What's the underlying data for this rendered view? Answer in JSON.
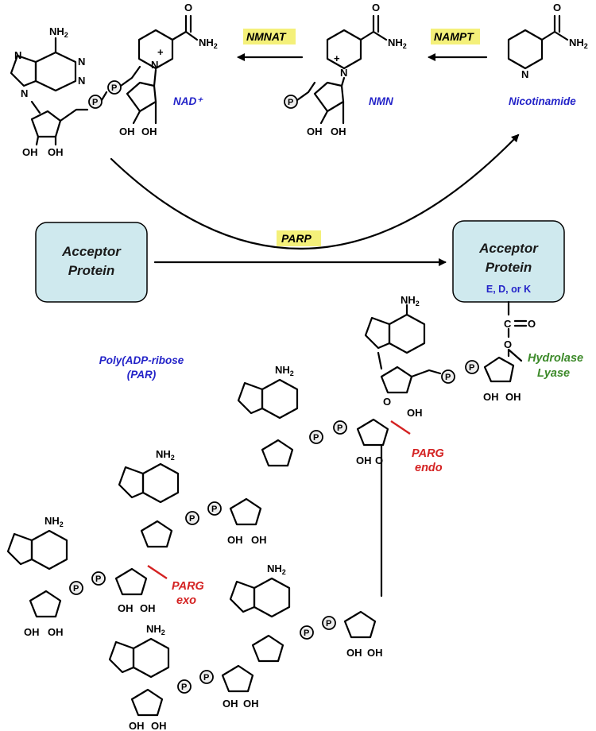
{
  "enzymes": {
    "nmnat": "NMNAT",
    "nampt": "NAMPT",
    "parp": "PARP",
    "highlight_color": "#f4f07a"
  },
  "molecules": {
    "nad": "NAD⁺",
    "nmn": "NMN",
    "nicotinamide": "Nicotinamide"
  },
  "proteins": {
    "acceptor_left_line1": "Acceptor",
    "acceptor_left_line2": "Protein",
    "acceptor_right_line1": "Acceptor",
    "acceptor_right_line2": "Protein",
    "residues": "E, D, or K",
    "box_color": "#cfe9ee"
  },
  "labels": {
    "par_line1": "Poly(ADP-ribose",
    "par_line2": "(PAR)",
    "parg_endo_line1": "PARG",
    "parg_endo_line2": "endo",
    "parg_exo_line1": "PARG",
    "parg_exo_line2": "exo",
    "hydrolase": "Hydrolase",
    "lyase": "Lyase"
  },
  "atoms": {
    "nh2": "NH",
    "nh2_sub": "2",
    "n": "N",
    "o": "O",
    "oh": "OH",
    "p": "P",
    "c": "C",
    "plus": "+"
  }
}
